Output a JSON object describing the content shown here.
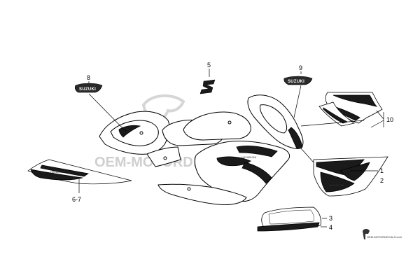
{
  "diagram": {
    "callouts": {
      "c1": "1",
      "c2": "2",
      "c3": "3",
      "c4": "4",
      "c5": "5",
      "c67": "6-7",
      "c8": "8",
      "c9": "9",
      "c10": "10"
    },
    "badge_text_8": "SUZUKI",
    "badge_text_9": "SUZUKI",
    "watermark": "OEM-MOTORDECALS.COM",
    "footer_credit": "OEM-MOTORDECALS.com",
    "stripe_text": "HAYABUSA"
  },
  "colors": {
    "ink": "#000000",
    "decal_dark": "#1a1a1a",
    "watermark": "#cfcfcf",
    "background": "#ffffff"
  }
}
